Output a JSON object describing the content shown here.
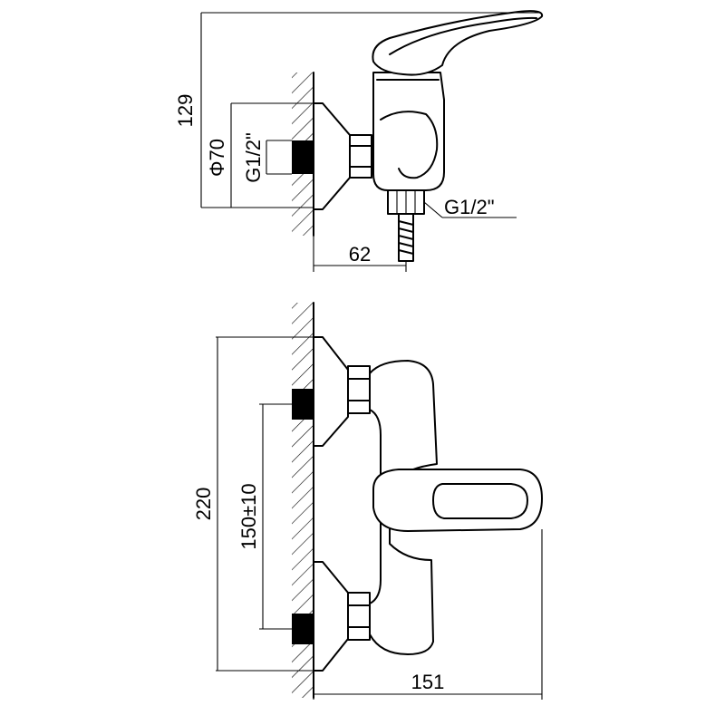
{
  "drawing_type": "technical drawing (side view and front view) of a wall-mounted single-lever mixer",
  "views": {
    "side": {
      "dimensions": {
        "overall_height": "129",
        "flange_diameter": "Φ70",
        "inlet_thread": "G1/2\"",
        "outlet_thread": "G1/2\"",
        "projection": "62"
      }
    },
    "front": {
      "dimensions": {
        "overall_width": "220",
        "inlet_spacing": "150±10",
        "projection": "151"
      }
    }
  }
}
